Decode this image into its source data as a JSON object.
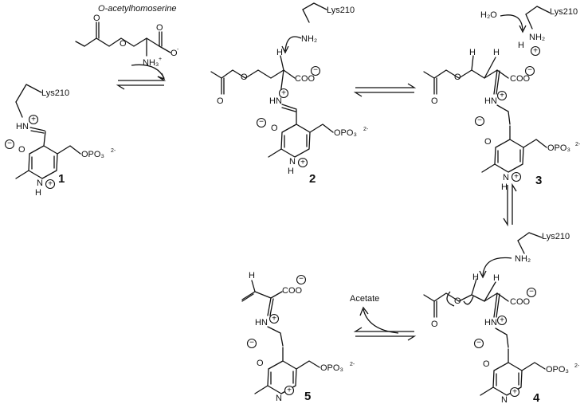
{
  "title_substrate": "O-acetylhomoserine",
  "compounds": [
    {
      "number": "1"
    },
    {
      "number": "2"
    },
    {
      "number": "3"
    },
    {
      "number": "4"
    },
    {
      "number": "5"
    }
  ],
  "labels": {
    "lys": "Lys210",
    "water": "H₂O",
    "acetate": "Acetate",
    "hn": "HN",
    "nh": "N",
    "h": "H",
    "coo": "COO",
    "opo3": "OPO₃",
    "nh2": "NH₂",
    "nh3": "NH₃",
    "o": "O"
  }
}
